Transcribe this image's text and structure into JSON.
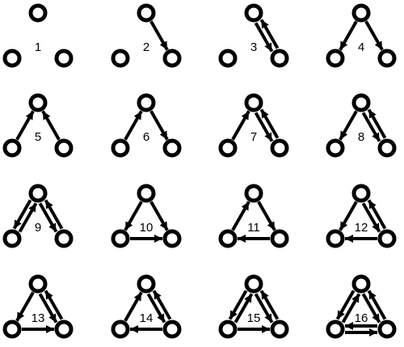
{
  "triads": [
    {
      "label": "1",
      "edges": []
    },
    {
      "label": "2",
      "edges": [
        [
          "T",
          "R"
        ]
      ]
    },
    {
      "label": "3",
      "edges": [
        [
          "T",
          "R"
        ],
        [
          "R",
          "T"
        ]
      ]
    },
    {
      "label": "4",
      "edges": [
        [
          "T",
          "L"
        ],
        [
          "T",
          "R"
        ]
      ]
    },
    {
      "label": "5",
      "edges": [
        [
          "L",
          "T"
        ],
        [
          "R",
          "T"
        ]
      ]
    },
    {
      "label": "6",
      "edges": [
        [
          "L",
          "T"
        ],
        [
          "T",
          "R"
        ]
      ]
    },
    {
      "label": "7",
      "edges": [
        [
          "L",
          "T"
        ],
        [
          "T",
          "R"
        ],
        [
          "R",
          "T"
        ]
      ]
    },
    {
      "label": "8",
      "edges": [
        [
          "T",
          "L"
        ],
        [
          "T",
          "R"
        ],
        [
          "R",
          "T"
        ]
      ]
    },
    {
      "label": "9",
      "edges": [
        [
          "T",
          "L"
        ],
        [
          "L",
          "T"
        ],
        [
          "T",
          "R"
        ],
        [
          "R",
          "T"
        ]
      ]
    },
    {
      "label": "10",
      "edges": [
        [
          "T",
          "L"
        ],
        [
          "T",
          "R"
        ],
        [
          "L",
          "R"
        ]
      ]
    },
    {
      "label": "11",
      "edges": [
        [
          "L",
          "T"
        ],
        [
          "T",
          "R"
        ],
        [
          "R",
          "L"
        ]
      ]
    },
    {
      "label": "12",
      "edges": [
        [
          "T",
          "L"
        ],
        [
          "T",
          "R"
        ],
        [
          "R",
          "T"
        ],
        [
          "R",
          "L"
        ]
      ]
    },
    {
      "label": "13",
      "edges": [
        [
          "T",
          "L"
        ],
        [
          "T",
          "R"
        ],
        [
          "R",
          "T"
        ],
        [
          "L",
          "R"
        ]
      ]
    },
    {
      "label": "14",
      "edges": [
        [
          "L",
          "T"
        ],
        [
          "T",
          "R"
        ],
        [
          "R",
          "T"
        ],
        [
          "R",
          "L"
        ]
      ]
    },
    {
      "label": "15",
      "edges": [
        [
          "T",
          "L"
        ],
        [
          "L",
          "T"
        ],
        [
          "T",
          "R"
        ],
        [
          "R",
          "T"
        ],
        [
          "L",
          "R"
        ]
      ]
    },
    {
      "label": "16",
      "edges": [
        [
          "T",
          "L"
        ],
        [
          "L",
          "T"
        ],
        [
          "T",
          "R"
        ],
        [
          "R",
          "T"
        ],
        [
          "L",
          "R"
        ],
        [
          "R",
          "L"
        ]
      ]
    }
  ]
}
